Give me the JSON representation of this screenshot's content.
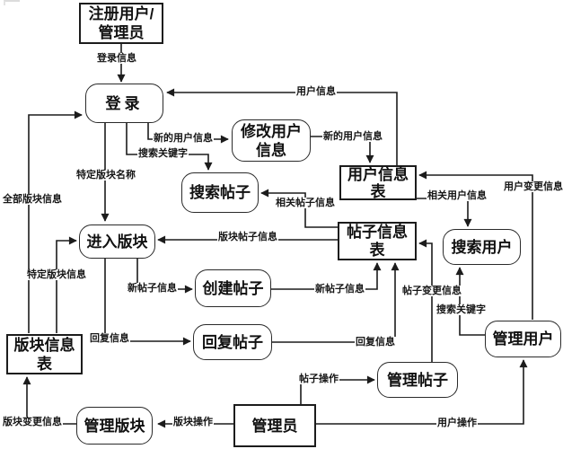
{
  "diagram": {
    "type": "data-flow-diagram",
    "language": "zh",
    "colors": {
      "background": "#ffffff",
      "line": "#1c1c1c",
      "text": "#111111"
    },
    "nodes": {
      "register_admin": {
        "label": "注册用户/\n管理员",
        "shape": "rectangle",
        "role": "external-entity"
      },
      "login": {
        "label": "登录",
        "shape": "rounded",
        "role": "process"
      },
      "modify_user_info": {
        "label": "修改用户\n信息",
        "shape": "rounded",
        "role": "process"
      },
      "search_posts": {
        "label": "搜索帖子",
        "shape": "rounded",
        "role": "process"
      },
      "user_info_table": {
        "label": "用户信息\n表",
        "shape": "rectangle",
        "role": "data-store"
      },
      "post_info_table": {
        "label": "帖子信息\n表",
        "shape": "rectangle",
        "role": "data-store"
      },
      "enter_board": {
        "label": "进入版块",
        "shape": "rounded",
        "role": "process"
      },
      "create_post": {
        "label": "创建帖子",
        "shape": "rounded",
        "role": "process"
      },
      "reply_post": {
        "label": "回复帖子",
        "shape": "rounded",
        "role": "process"
      },
      "board_info_table": {
        "label": "版块信息\n表",
        "shape": "rectangle",
        "role": "data-store"
      },
      "search_user": {
        "label": "搜索用户",
        "shape": "rounded",
        "role": "process"
      },
      "manage_user": {
        "label": "管理用户",
        "shape": "rounded",
        "role": "process"
      },
      "manage_post": {
        "label": "管理帖子",
        "shape": "rounded",
        "role": "process"
      },
      "manage_board": {
        "label": "管理版块",
        "shape": "rounded",
        "role": "process"
      },
      "admin": {
        "label": "管理员",
        "shape": "rectangle",
        "role": "external-entity"
      }
    },
    "flow_labels": {
      "login_info": "登录信息",
      "user_info": "用户信息",
      "all_board_info": "全部版块信息",
      "new_user_info": "新的用户信息",
      "search_keyword": "搜索关键字",
      "specific_board_name": "特定版块名称",
      "specific_board_info": "特定版块信息",
      "board_post_info": "版块帖子信息",
      "related_post_info": "相关帖子信息",
      "related_user_info": "相关用户信息",
      "user_change_info": "用户变更信息",
      "new_post_info": "新帖子信息",
      "reply_info": "回复信息",
      "post_change_info": "帖子变更信息",
      "post_operation": "帖子操作",
      "board_operation": "版块操作",
      "user_operation": "用户操作",
      "board_change_info": "版块变更信息"
    },
    "flows": [
      {
        "from": "register_admin",
        "to": "login",
        "label_key": "login_info"
      },
      {
        "from": "user_info_table",
        "to": "login",
        "label_key": "user_info"
      },
      {
        "from": "board_info_table",
        "to": "login",
        "label_key": "all_board_info"
      },
      {
        "from": "login",
        "to": "modify_user_info",
        "label_key": "new_user_info"
      },
      {
        "from": "login",
        "to": "search_posts",
        "label_key": "search_keyword"
      },
      {
        "from": "login",
        "to": "enter_board",
        "label_key": "specific_board_name"
      },
      {
        "from": "modify_user_info",
        "to": "user_info_table",
        "label_key": "new_user_info"
      },
      {
        "from": "user_info_table",
        "to": "search_user",
        "label_key": "related_user_info"
      },
      {
        "from": "manage_user",
        "to": "user_info_table",
        "label_key": "user_change_info"
      },
      {
        "from": "board_info_table",
        "to": "enter_board",
        "label_key": "specific_board_info"
      },
      {
        "from": "post_info_table",
        "to": "search_posts",
        "label_key": "related_post_info"
      },
      {
        "from": "post_info_table",
        "to": "enter_board",
        "label_key": "board_post_info"
      },
      {
        "from": "enter_board",
        "to": "create_post",
        "label_key": "new_post_info"
      },
      {
        "from": "enter_board",
        "to": "reply_post",
        "label_key": "reply_info"
      },
      {
        "from": "create_post",
        "to": "post_info_table",
        "label_key": "new_post_info"
      },
      {
        "from": "reply_post",
        "to": "post_info_table",
        "label_key": "reply_info"
      },
      {
        "from": "manage_post",
        "to": "post_info_table",
        "label_key": "post_change_info"
      },
      {
        "from": "manage_user",
        "to": "search_user",
        "label_key": "search_keyword"
      },
      {
        "from": "admin",
        "to": "manage_post",
        "label_key": "post_operation"
      },
      {
        "from": "admin",
        "to": "manage_board",
        "label_key": "board_operation"
      },
      {
        "from": "admin",
        "to": "manage_user",
        "label_key": "user_operation"
      },
      {
        "from": "manage_board",
        "to": "board_info_table",
        "label_key": "board_change_info"
      }
    ]
  }
}
